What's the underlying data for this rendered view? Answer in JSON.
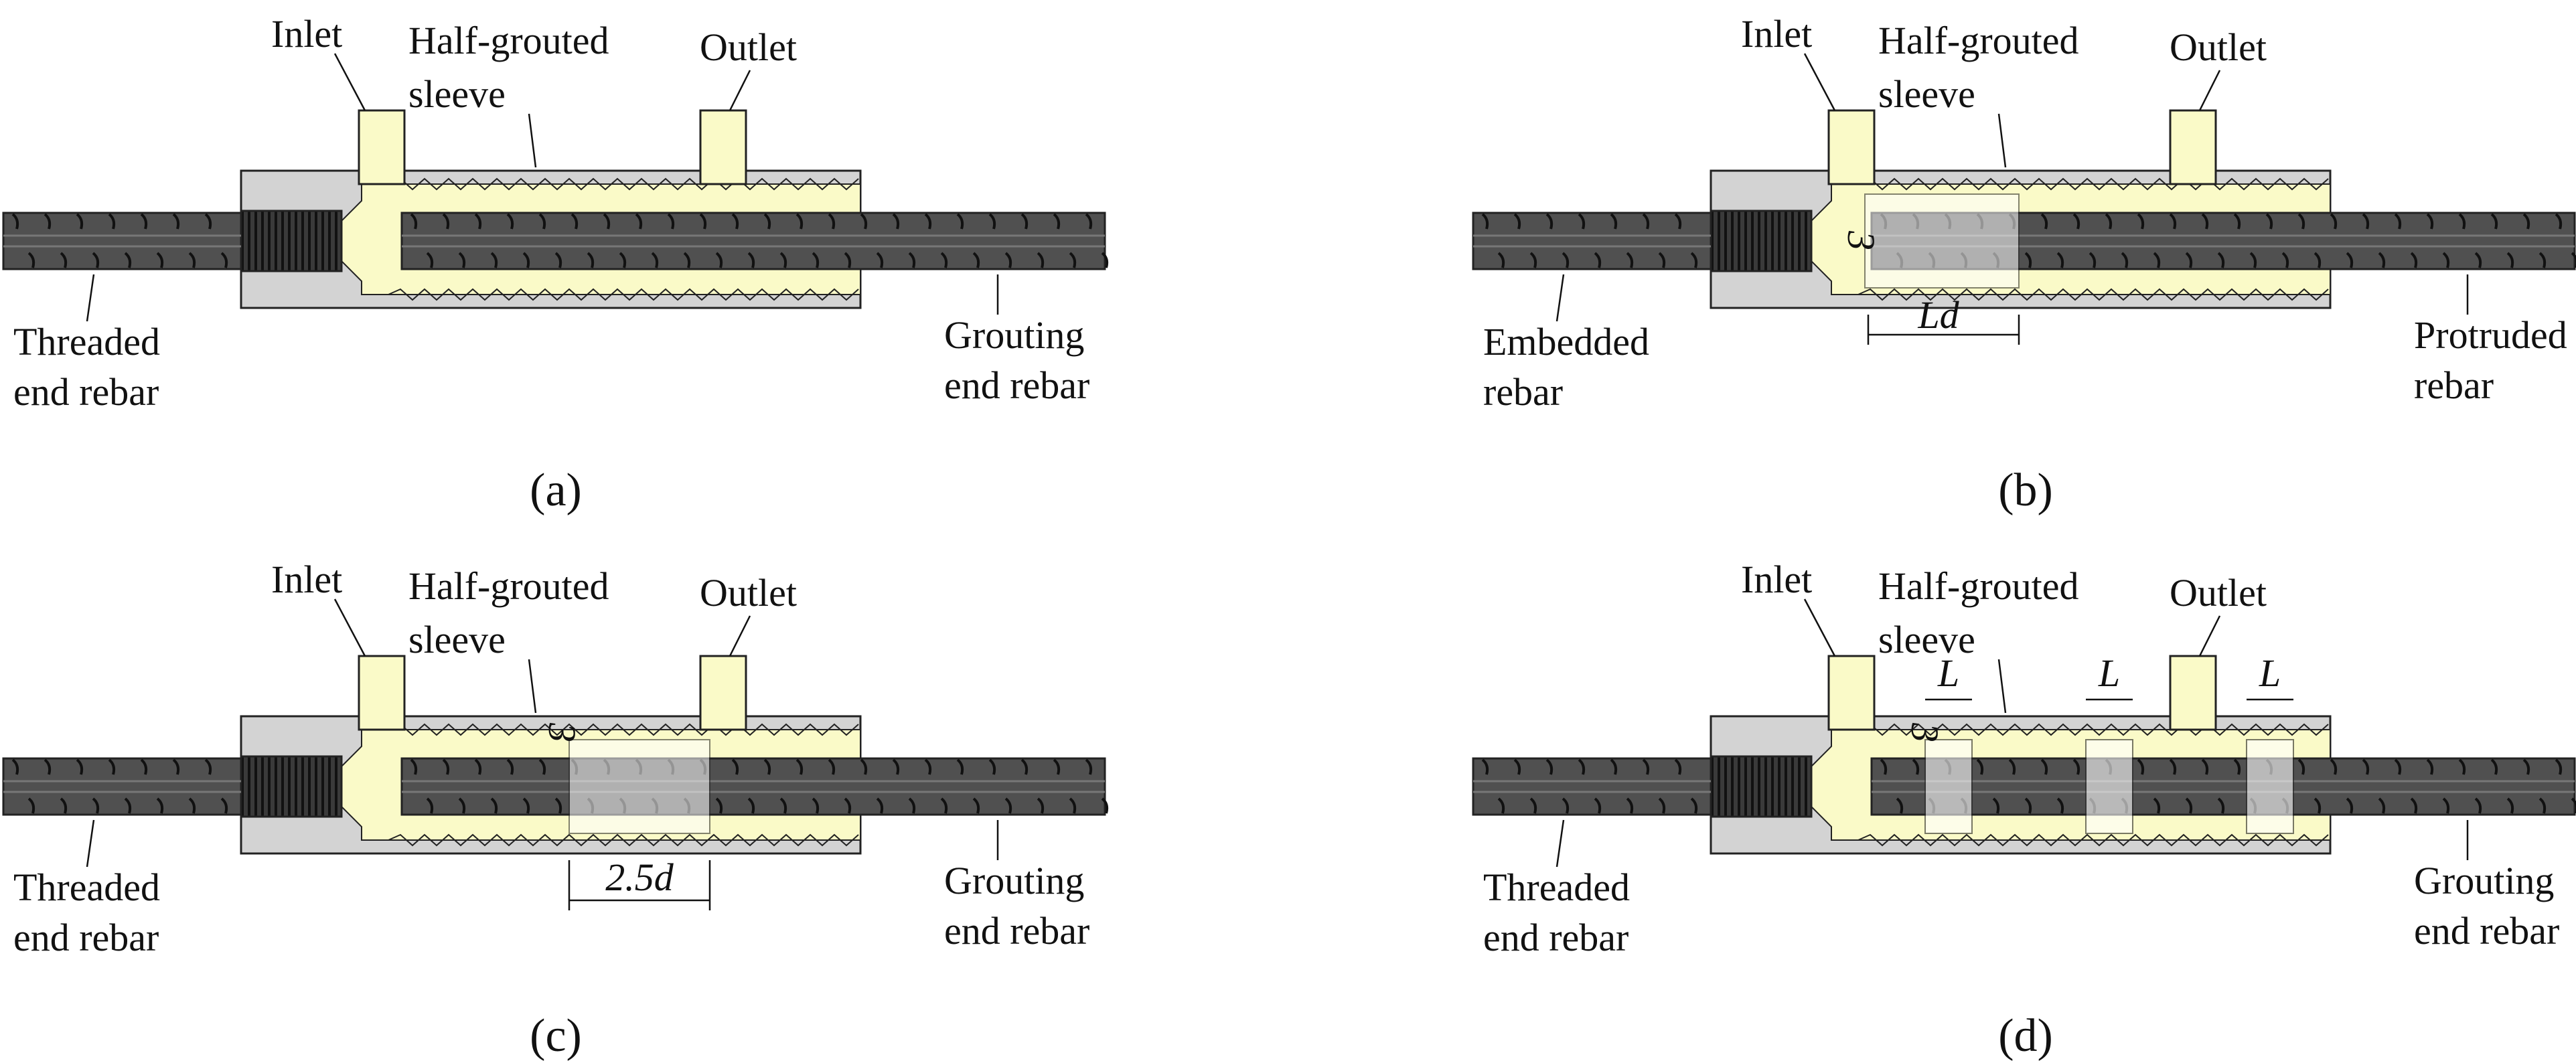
{
  "panels": [
    {
      "caption": "(a)",
      "labels": {
        "inlet": "Inlet",
        "sleeve": [
          "Half-grouted",
          "sleeve"
        ],
        "outlet": "Outlet",
        "left": [
          "Threaded",
          "end rebar"
        ],
        "right": [
          "Grouting",
          "end rebar"
        ]
      },
      "dims": []
    },
    {
      "caption": "(b)",
      "labels": {
        "inlet": "Inlet",
        "sleeve": [
          "Half-grouted",
          "sleeve"
        ],
        "outlet": "Outlet",
        "left": [
          "Embedded",
          "rebar"
        ],
        "right": [
          "Protruded",
          "rebar"
        ]
      },
      "dims": [
        "3",
        "Ld"
      ]
    },
    {
      "caption": "(c)",
      "labels": {
        "inlet": "Inlet",
        "sleeve": [
          "Half-grouted",
          "sleeve"
        ],
        "outlet": "Outlet",
        "left": [
          "Threaded",
          "end rebar"
        ],
        "right": [
          "Grouting",
          "end rebar"
        ]
      },
      "dims": [
        "3",
        "2.5d"
      ]
    },
    {
      "caption": "(d)",
      "labels": {
        "inlet": "Inlet",
        "sleeve": [
          "Half-grouted",
          "sleeve"
        ],
        "outlet": "Outlet",
        "left": [
          "Threaded",
          "end rebar"
        ],
        "right": [
          "Grouting",
          "end rebar"
        ]
      },
      "dims": [
        "3",
        "L",
        "L",
        "L"
      ]
    }
  ],
  "colors": {
    "sleeve": "#d3d3d3",
    "grout": "#fafac8",
    "rebar": "#505050",
    "rebar_dark": "#3a3a3a",
    "thread": "#2a2a2a",
    "outline": "#222222"
  }
}
